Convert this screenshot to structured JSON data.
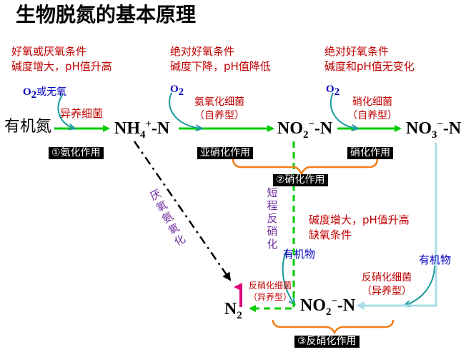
{
  "title": "生物脱氮的基本原理",
  "conditions": {
    "ammonification": {
      "line1": "好氧或厌氧条件",
      "line2": "碱度增大，pH值升高"
    },
    "nitritation": {
      "line1": "绝对好氧条件",
      "line2": "碱度下降，pH值降低"
    },
    "nitratation": {
      "line1": "绝对好氧条件",
      "line2": "碱度和pH值无变化"
    },
    "denitrification": {
      "line1": "碱度增大，pH值升高",
      "line2": "缺氧条件"
    }
  },
  "species": {
    "organic_n": "有机氮",
    "nh4": {
      "base": "NH",
      "sub": "4",
      "sup": "+",
      "suffix": "-N"
    },
    "no2_top": {
      "base": "NO",
      "sub": "2",
      "sup": "−",
      "suffix": "-N"
    },
    "no3": {
      "base": "NO",
      "sub": "3",
      "sup": "−",
      "suffix": "-N"
    },
    "no2_bottom": {
      "base": "NO",
      "sub": "2",
      "sup": "−",
      "suffix": "-N"
    },
    "n2": {
      "base": "N",
      "sub": "2"
    }
  },
  "inputs": {
    "o2_or_none": {
      "o2": "O",
      "sub": "2",
      "rest": "或无氧"
    },
    "o2_a": {
      "o2": "O",
      "sub": "2"
    },
    "o2_b": {
      "o2": "O",
      "sub": "2"
    },
    "organic_1": "有机物",
    "organic_2": "有机物"
  },
  "bacteria": {
    "heterotroph": "异养细菌",
    "ammonia_oxidizer": {
      "line1": "氨氧化细菌",
      "line2": "（自养型）"
    },
    "nitrifier": {
      "line1": "硝化细菌",
      "line2": "（自养型）"
    },
    "denitrifier": {
      "line1": "反硝化细菌",
      "line2": "（异养型）"
    },
    "denitrifier_small": {
      "line1": "反硝化细菌",
      "line2": "（异养型）"
    }
  },
  "labels": {
    "ammonification": "①氨化作用",
    "nitritation": "亚硝化作用",
    "nitratation": "硝化作用",
    "nitrification": "②硝化作用",
    "denitrification": "③反硝化作用",
    "short_denitrification": "短程反硝化",
    "anammox": "厌氧氨氧化"
  },
  "colors": {
    "green_arrow": "#00cc00",
    "teal_curve": "#1a9a9a",
    "orange_brace": "#f07f1a",
    "magenta_arrow": "#e0007a",
    "light_blue_path": "#a8dde8",
    "condition_red": "#c00000",
    "blue_text": "#0000c0",
    "purple_text": "#7030a0"
  },
  "icons": {
    "curved_input": "curved-arrow-icon",
    "brace": "curly-brace-icon"
  }
}
